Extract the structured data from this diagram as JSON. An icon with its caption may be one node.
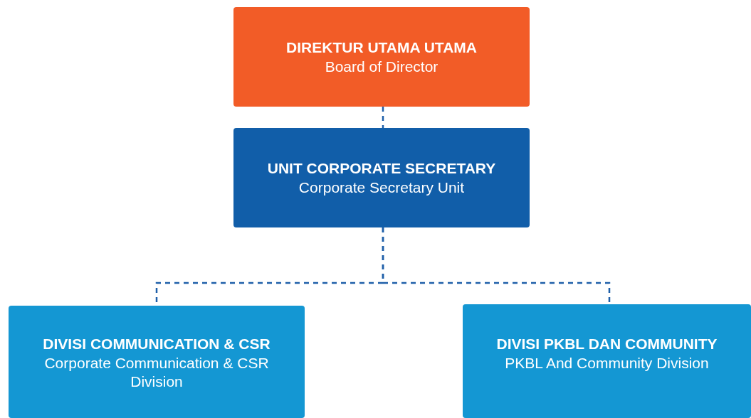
{
  "diagram": {
    "nodes": [
      {
        "text": [
          "DIREKTUR UTAMA UTAMA",
          "Board of Director"
        ]
      },
      {
        "text": [
          "UNIT CORPORATE SECRETARY",
          "Corporate Secretary Unit"
        ]
      },
      {
        "text": [
          "DIVISI COMMUNICATION & CSR",
          "Corporate Communication & CSR Division"
        ]
      },
      {
        "text": [
          "DIVISI PKBL DAN COMMUNITY",
          "PKBL And Community Division"
        ]
      }
    ],
    "edges": [
      {
        "from": 0,
        "to": 1,
        "arrow": "none",
        "style": "dashed"
      },
      {
        "from": 1,
        "to": 2,
        "arrow": "none",
        "style": "dashed"
      },
      {
        "from": 1,
        "to": 3,
        "arrow": "none",
        "style": "dashed"
      }
    ]
  }
}
